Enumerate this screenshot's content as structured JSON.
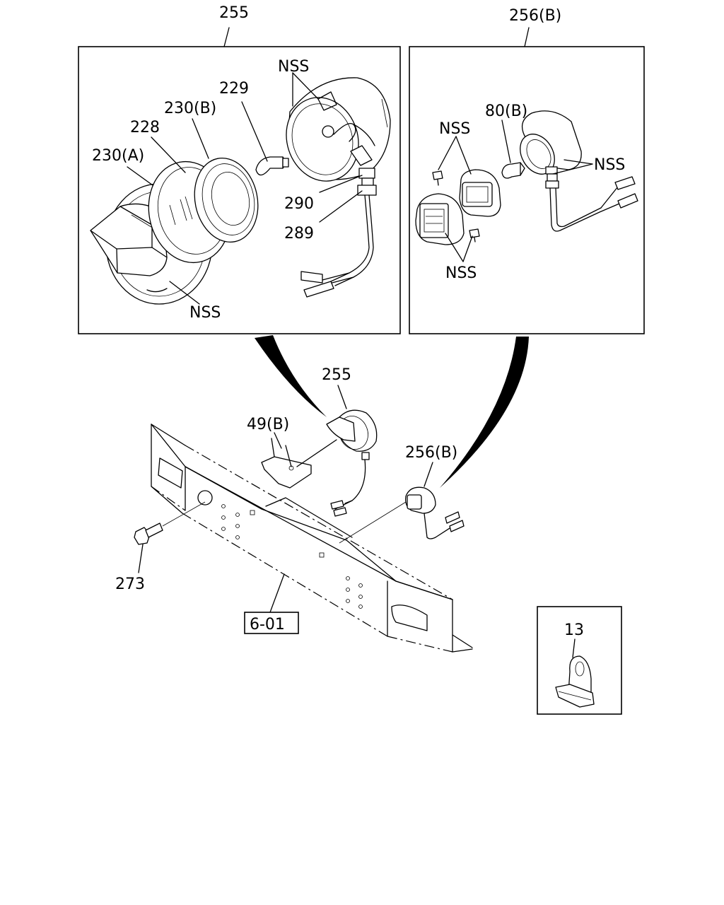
{
  "labels": {
    "kit_255_top": "255",
    "kit_256b_top": "256(B)",
    "nss_1": "NSS",
    "p229": "229",
    "p230b": "230(B)",
    "p228": "228",
    "p230a": "230(A)",
    "p290": "290",
    "p289": "289",
    "nss_2": "NSS",
    "p80b": "80(B)",
    "nss_3": "NSS",
    "nss_4": "NSS",
    "nss_5": "NSS",
    "p255_mid": "255",
    "p49b": "49(B)",
    "p256b_mid": "256(B)",
    "p273": "273",
    "ref_601": "6-01",
    "p13": "13"
  }
}
